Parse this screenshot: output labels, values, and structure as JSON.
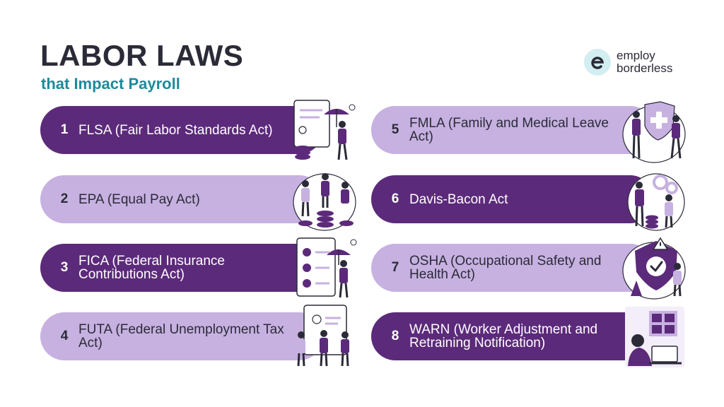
{
  "header": {
    "title": "LABOR LAWS",
    "subtitle": "that Impact Payroll"
  },
  "brand": {
    "line1": "employ",
    "line2": "borderless",
    "mark_icon": "e-logo-icon"
  },
  "laws": [
    {
      "num": "1",
      "label": "FLSA (Fair Labor Standards Act)",
      "style": "dark",
      "icon": "umbrella-money-icon"
    },
    {
      "num": "2",
      "label": "EPA (Equal Pay Act)",
      "style": "light",
      "icon": "people-coins-icon"
    },
    {
      "num": "3",
      "label": "FICA (Federal Insurance Contributions Act)",
      "style": "dark",
      "icon": "insurance-umbrella-icon"
    },
    {
      "num": "4",
      "label": "FUTA (Federal Unemployment Tax Act)",
      "style": "light",
      "icon": "team-clipboard-icon"
    },
    {
      "num": "5",
      "label": "FMLA (Family and Medical Leave Act)",
      "style": "light",
      "icon": "medical-shield-icon"
    },
    {
      "num": "6",
      "label": "Davis-Bacon Act",
      "style": "dark",
      "icon": "coins-gears-icon"
    },
    {
      "num": "7",
      "label": "OSHA (Occupational Safety and Health Act)",
      "style": "light",
      "icon": "safety-shield-icon"
    },
    {
      "num": "8",
      "label": "WARN (Worker Adjustment and Retraining Notification)",
      "style": "dark",
      "icon": "worker-laptop-icon"
    }
  ],
  "colors": {
    "dark": "#5c2a7a",
    "light": "#c7b1e1",
    "title": "#2b2b38",
    "subtitle": "#1d8a9b"
  }
}
